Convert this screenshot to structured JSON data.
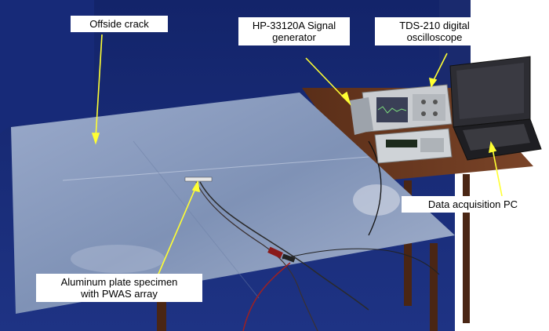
{
  "labels": {
    "crack": "Offside crack",
    "signal_generator": "HP-33120A Signal\ngenerator",
    "oscilloscope": "TDS-210 digital\noscilloscope",
    "pc": "Data acquisition PC",
    "plate": "Aluminum plate specimen\nwith PWAS array"
  },
  "colors": {
    "backdrop": "#1a2a6e",
    "plate": "#8fa0c0",
    "table": "#6b3a22",
    "callout_arrow": "#ffff33",
    "label_bg": "#ffffff"
  }
}
